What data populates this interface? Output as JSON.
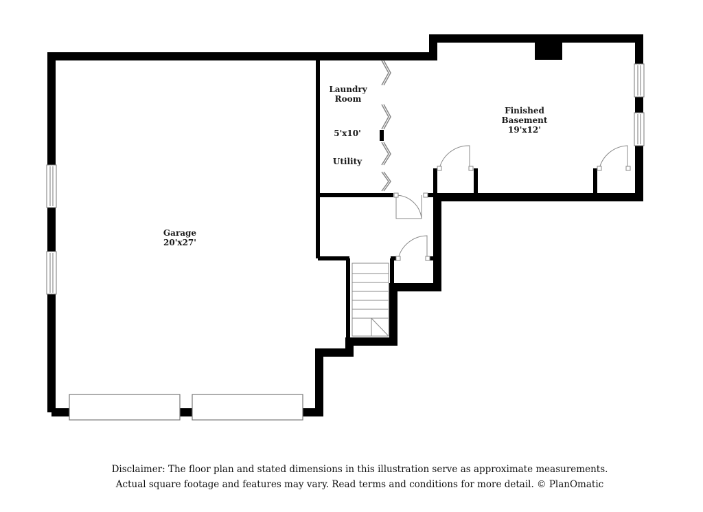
{
  "rooms": {
    "laundry": {
      "name_line1": "Laundry",
      "name_line2": "Room",
      "dimensions": "5'x10'"
    },
    "utility": {
      "name": "Utility"
    },
    "basement": {
      "name_line1": "Finished",
      "name_line2": "Basement",
      "dimensions": "19'x12'"
    },
    "garage": {
      "name": "Garage",
      "dimensions": "20'x27'"
    }
  },
  "disclaimer": {
    "line1": "Disclaimer: The floor plan and stated dimensions in this illustration serve as approximate measurements.",
    "line2": "Actual square footage and features may vary. Read terms and conditions for more detail. © PlanOmatic"
  },
  "colors": {
    "wall": "#000000",
    "background": "#ffffff",
    "fixture_stroke": "#9a9a9a"
  }
}
